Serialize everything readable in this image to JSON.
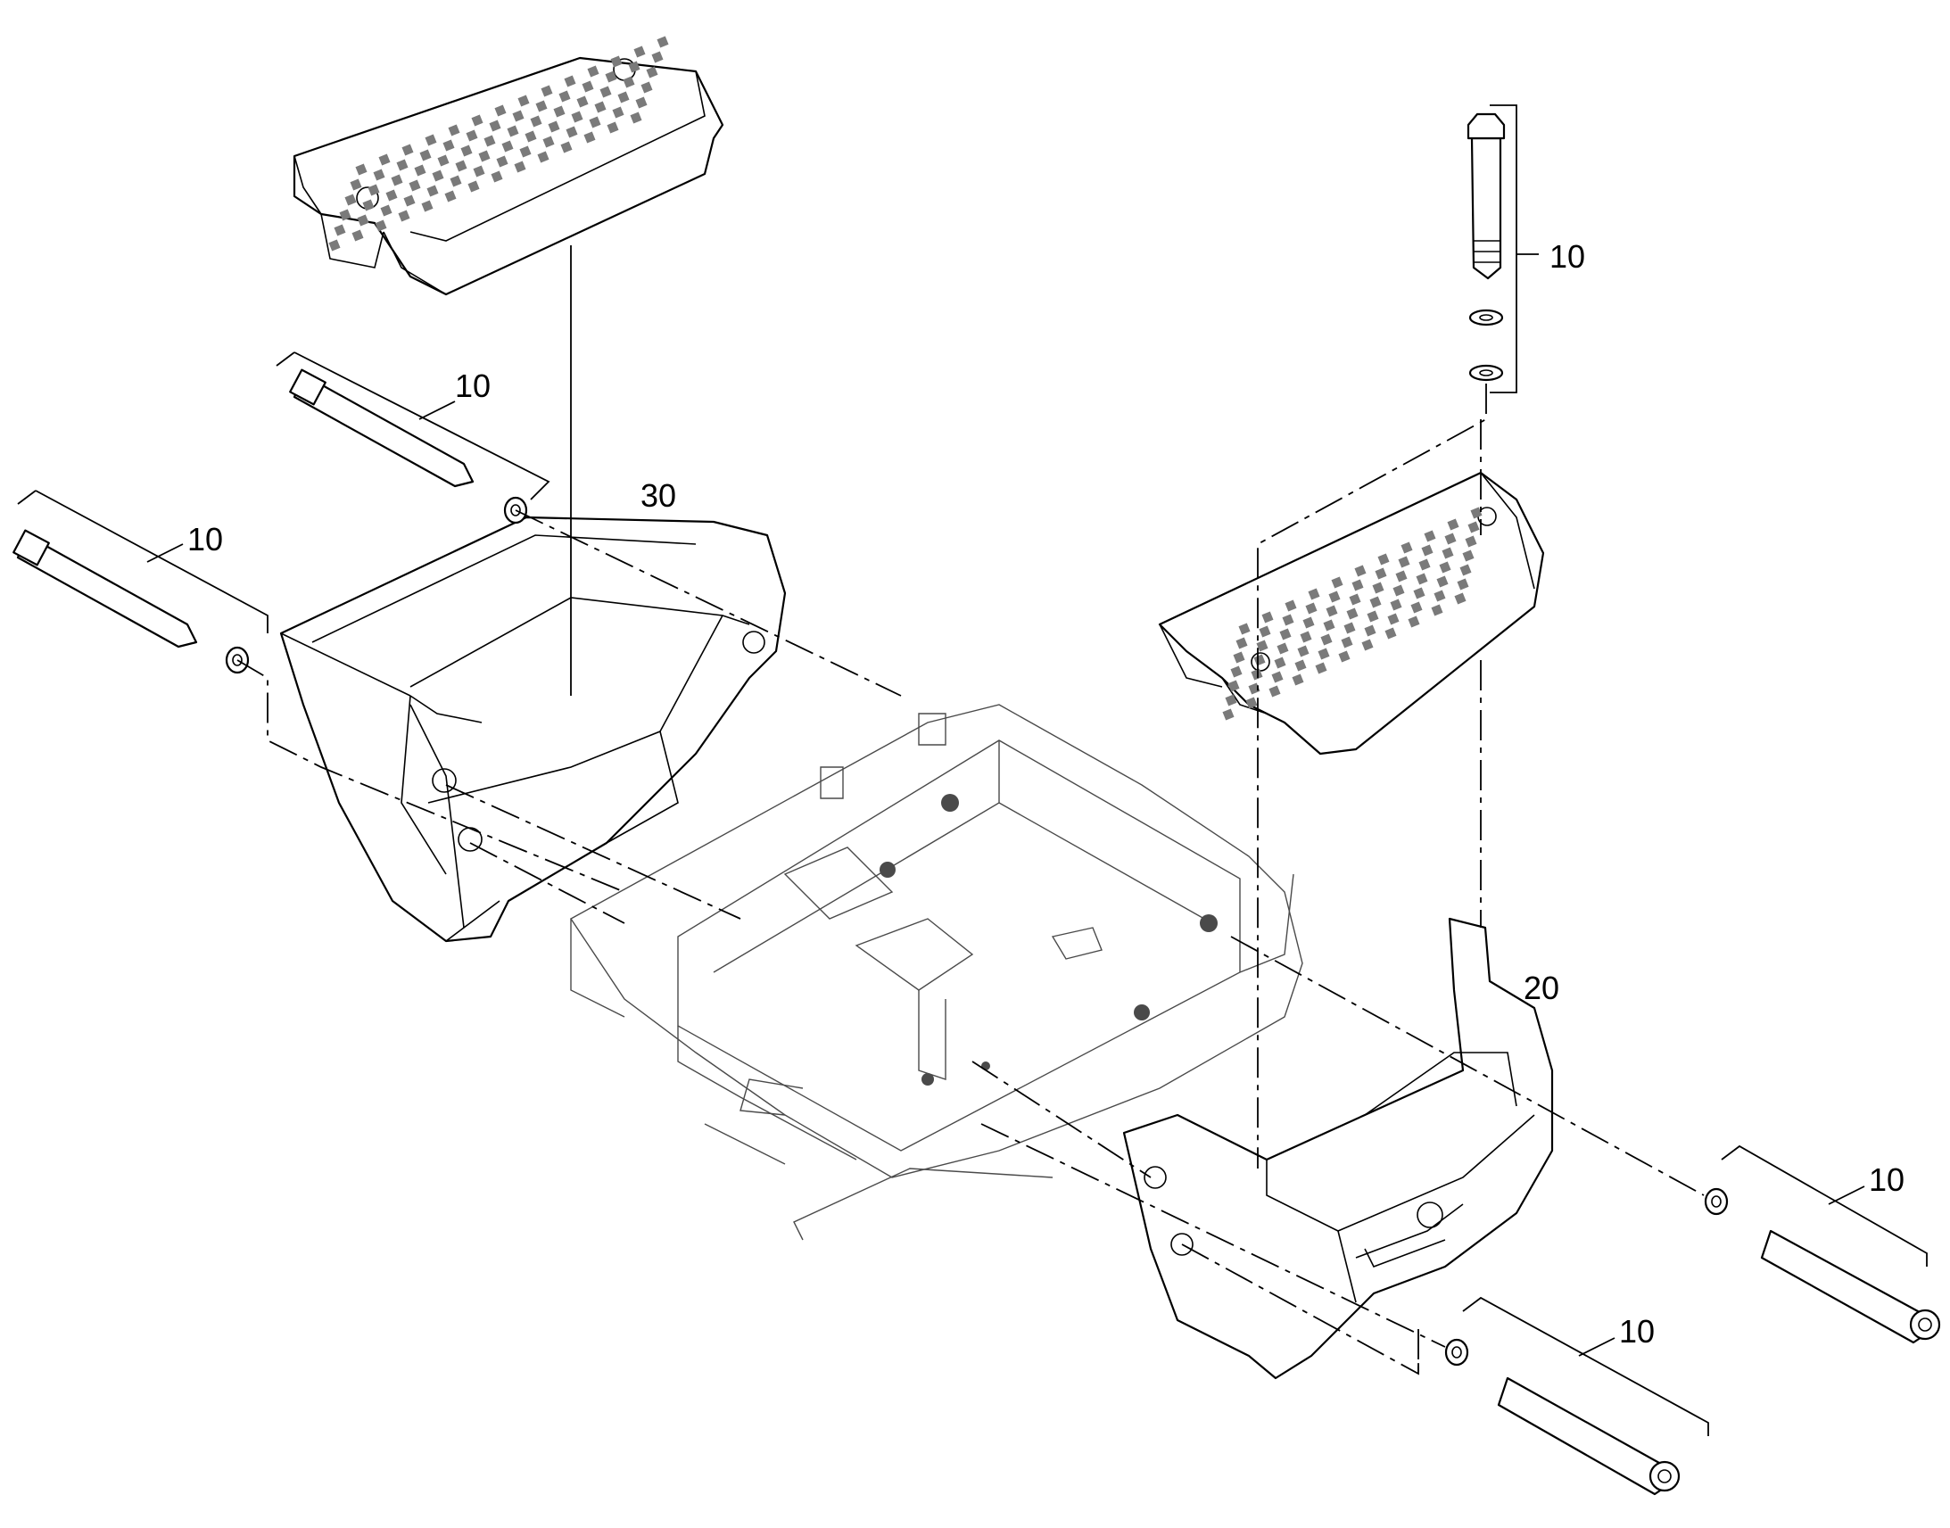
{
  "callouts": {
    "c10_top_right": "10",
    "c10_left_upper": "10",
    "c10_left_lower": "10",
    "c30": "30",
    "c20": "20",
    "c10_right_upper": "10",
    "c10_right_lower": "10"
  },
  "colors": {
    "line": "#000000",
    "frame": "#4a4a4a",
    "pattern_dots": "#7a7a7a",
    "background": "#ffffff"
  }
}
